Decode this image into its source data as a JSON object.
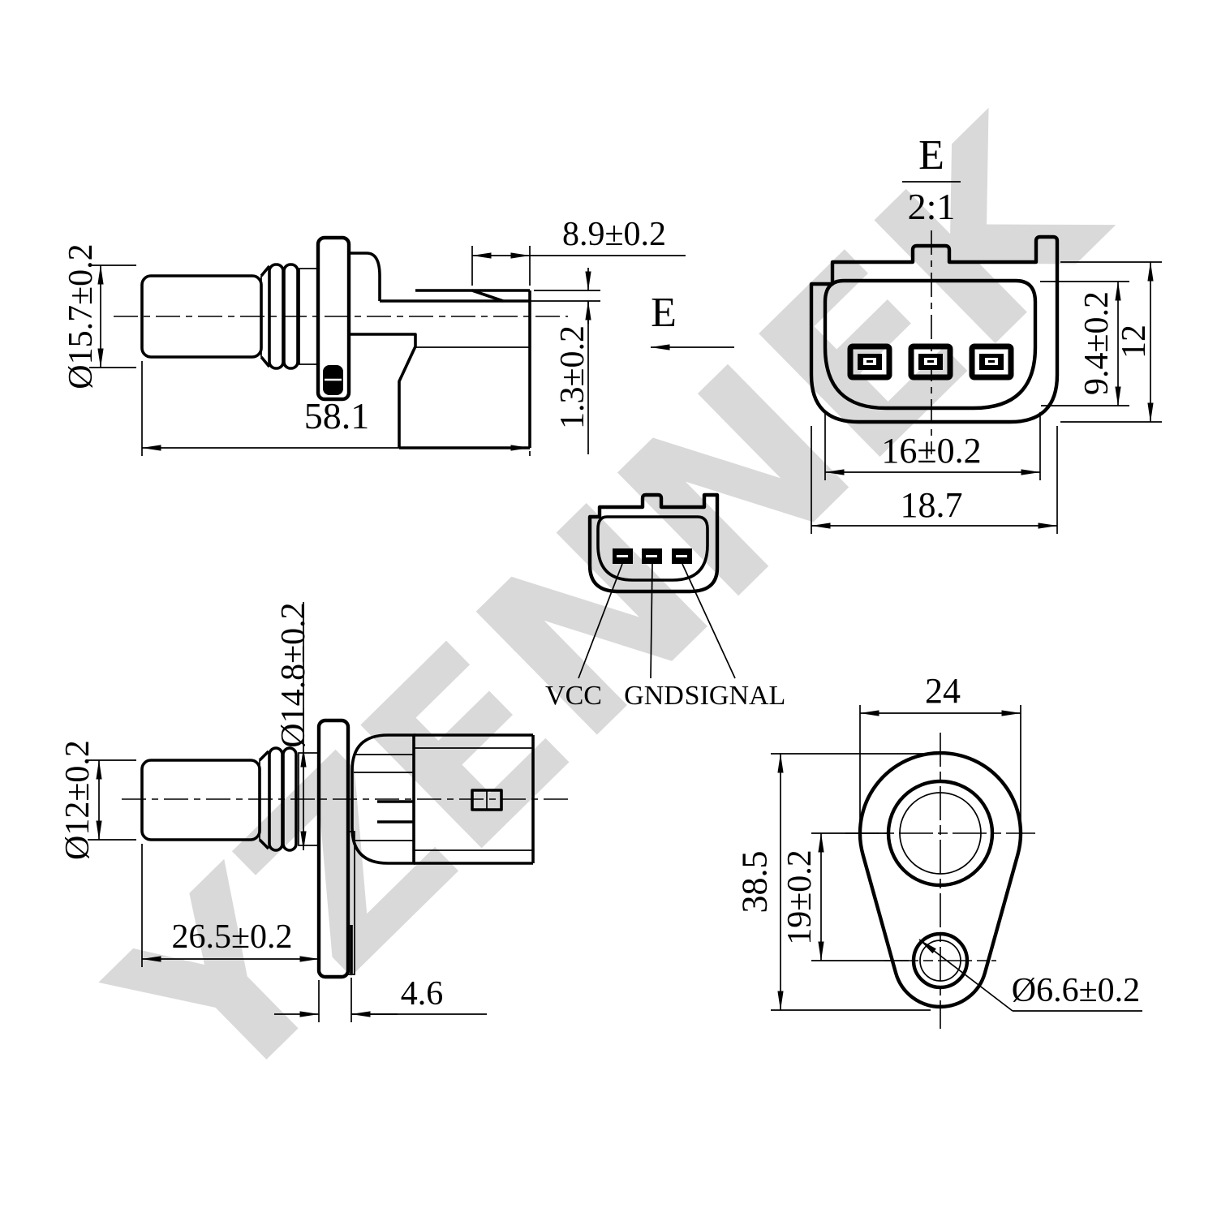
{
  "colors": {
    "line": "#000000",
    "background": "#ffffff",
    "watermark": "#d9d9d9"
  },
  "watermark": {
    "text": "YZENNEK"
  },
  "views": {
    "side_top": {
      "probe_diameter": "Ø15.7±0.2",
      "overall_length": "58.1",
      "connector_depth": "8.9±0.2",
      "latch_height": "1.3±0.2",
      "view_direction_label": "E"
    },
    "connector_face": {
      "view_label": "E",
      "scale_label": "2:1",
      "pocket_height": "9.4±0.2",
      "body_height": "12",
      "pocket_width": "16±0.2",
      "body_width": "18.7"
    },
    "pinout": {
      "pin1": "VCC",
      "pin2": "GND",
      "pin3": "SIGNAL"
    },
    "side_bottom": {
      "probe_diameter": "Ø12±0.2",
      "oring_diameter": "Ø14.8±0.2",
      "probe_length": "26.5±0.2",
      "flange_thickness": "4.6"
    },
    "flange_face": {
      "flange_width": "24",
      "flange_height": "38.5",
      "hole_offset": "19±0.2",
      "hole_diameter": "Ø6.6±0.2"
    }
  }
}
